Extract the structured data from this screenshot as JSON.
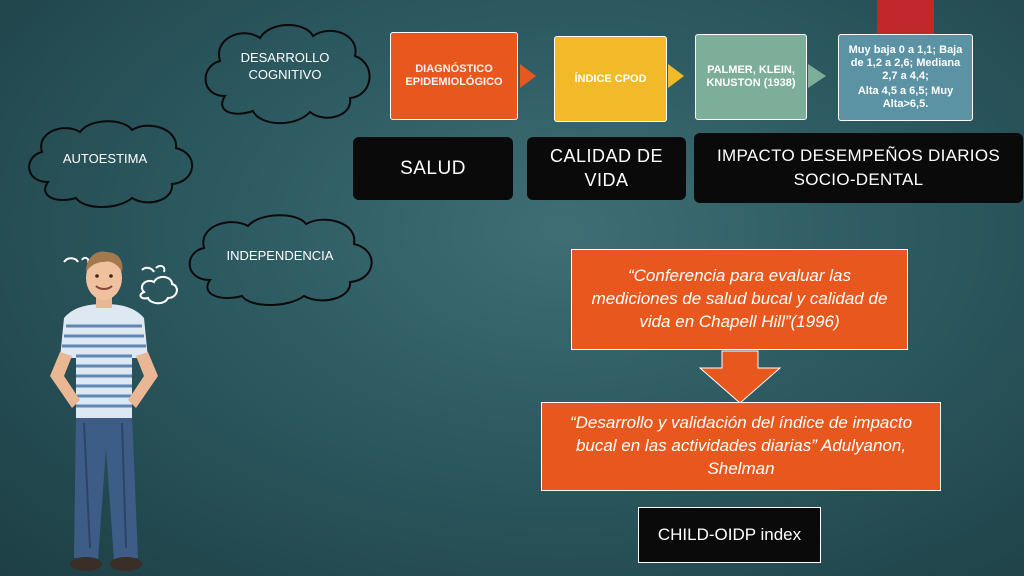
{
  "clouds": {
    "desarrollo": "DESARROLLO COGNITIVO",
    "autoestima": "AUTOESTIMA",
    "independencia": "INDEPENDENCIA"
  },
  "flow": {
    "step1": "DIAGNÓSTICO EPIDEMIOLÓGICO",
    "step2": "ÍNDICE CPOD",
    "step3": "PALMER, KLEIN, KNUSTON (1938)",
    "step4_line1": "Muy baja 0 a 1,1; Baja de 1,2 a 2,6; Mediana 2,7 a 4,4;",
    "step4_line2": "Alta  4,5 a 6,5; Muy Alta>6,5."
  },
  "labels": {
    "salud": "SALUD",
    "calidad": "CALIDAD DE VIDA",
    "impacto": "IMPACTO DESEMPEÑOS DIARIOS SOCIO-DENTAL"
  },
  "references": {
    "conferencia": "“Conferencia para evaluar las mediciones de salud bucal y calidad de vida en Chapell Hill”(1996)",
    "desarrollo": "“Desarrollo y validación del índice de impacto bucal en las actividades diarias” Adulyanon, Shelman"
  },
  "index_label": "CHILD-OIDP index",
  "colors": {
    "background": "#2c5960",
    "orange": "#e8581e",
    "yellow": "#f2b928",
    "green": "#7cae9a",
    "blue": "#5b93a4",
    "red": "#c0282d"
  }
}
